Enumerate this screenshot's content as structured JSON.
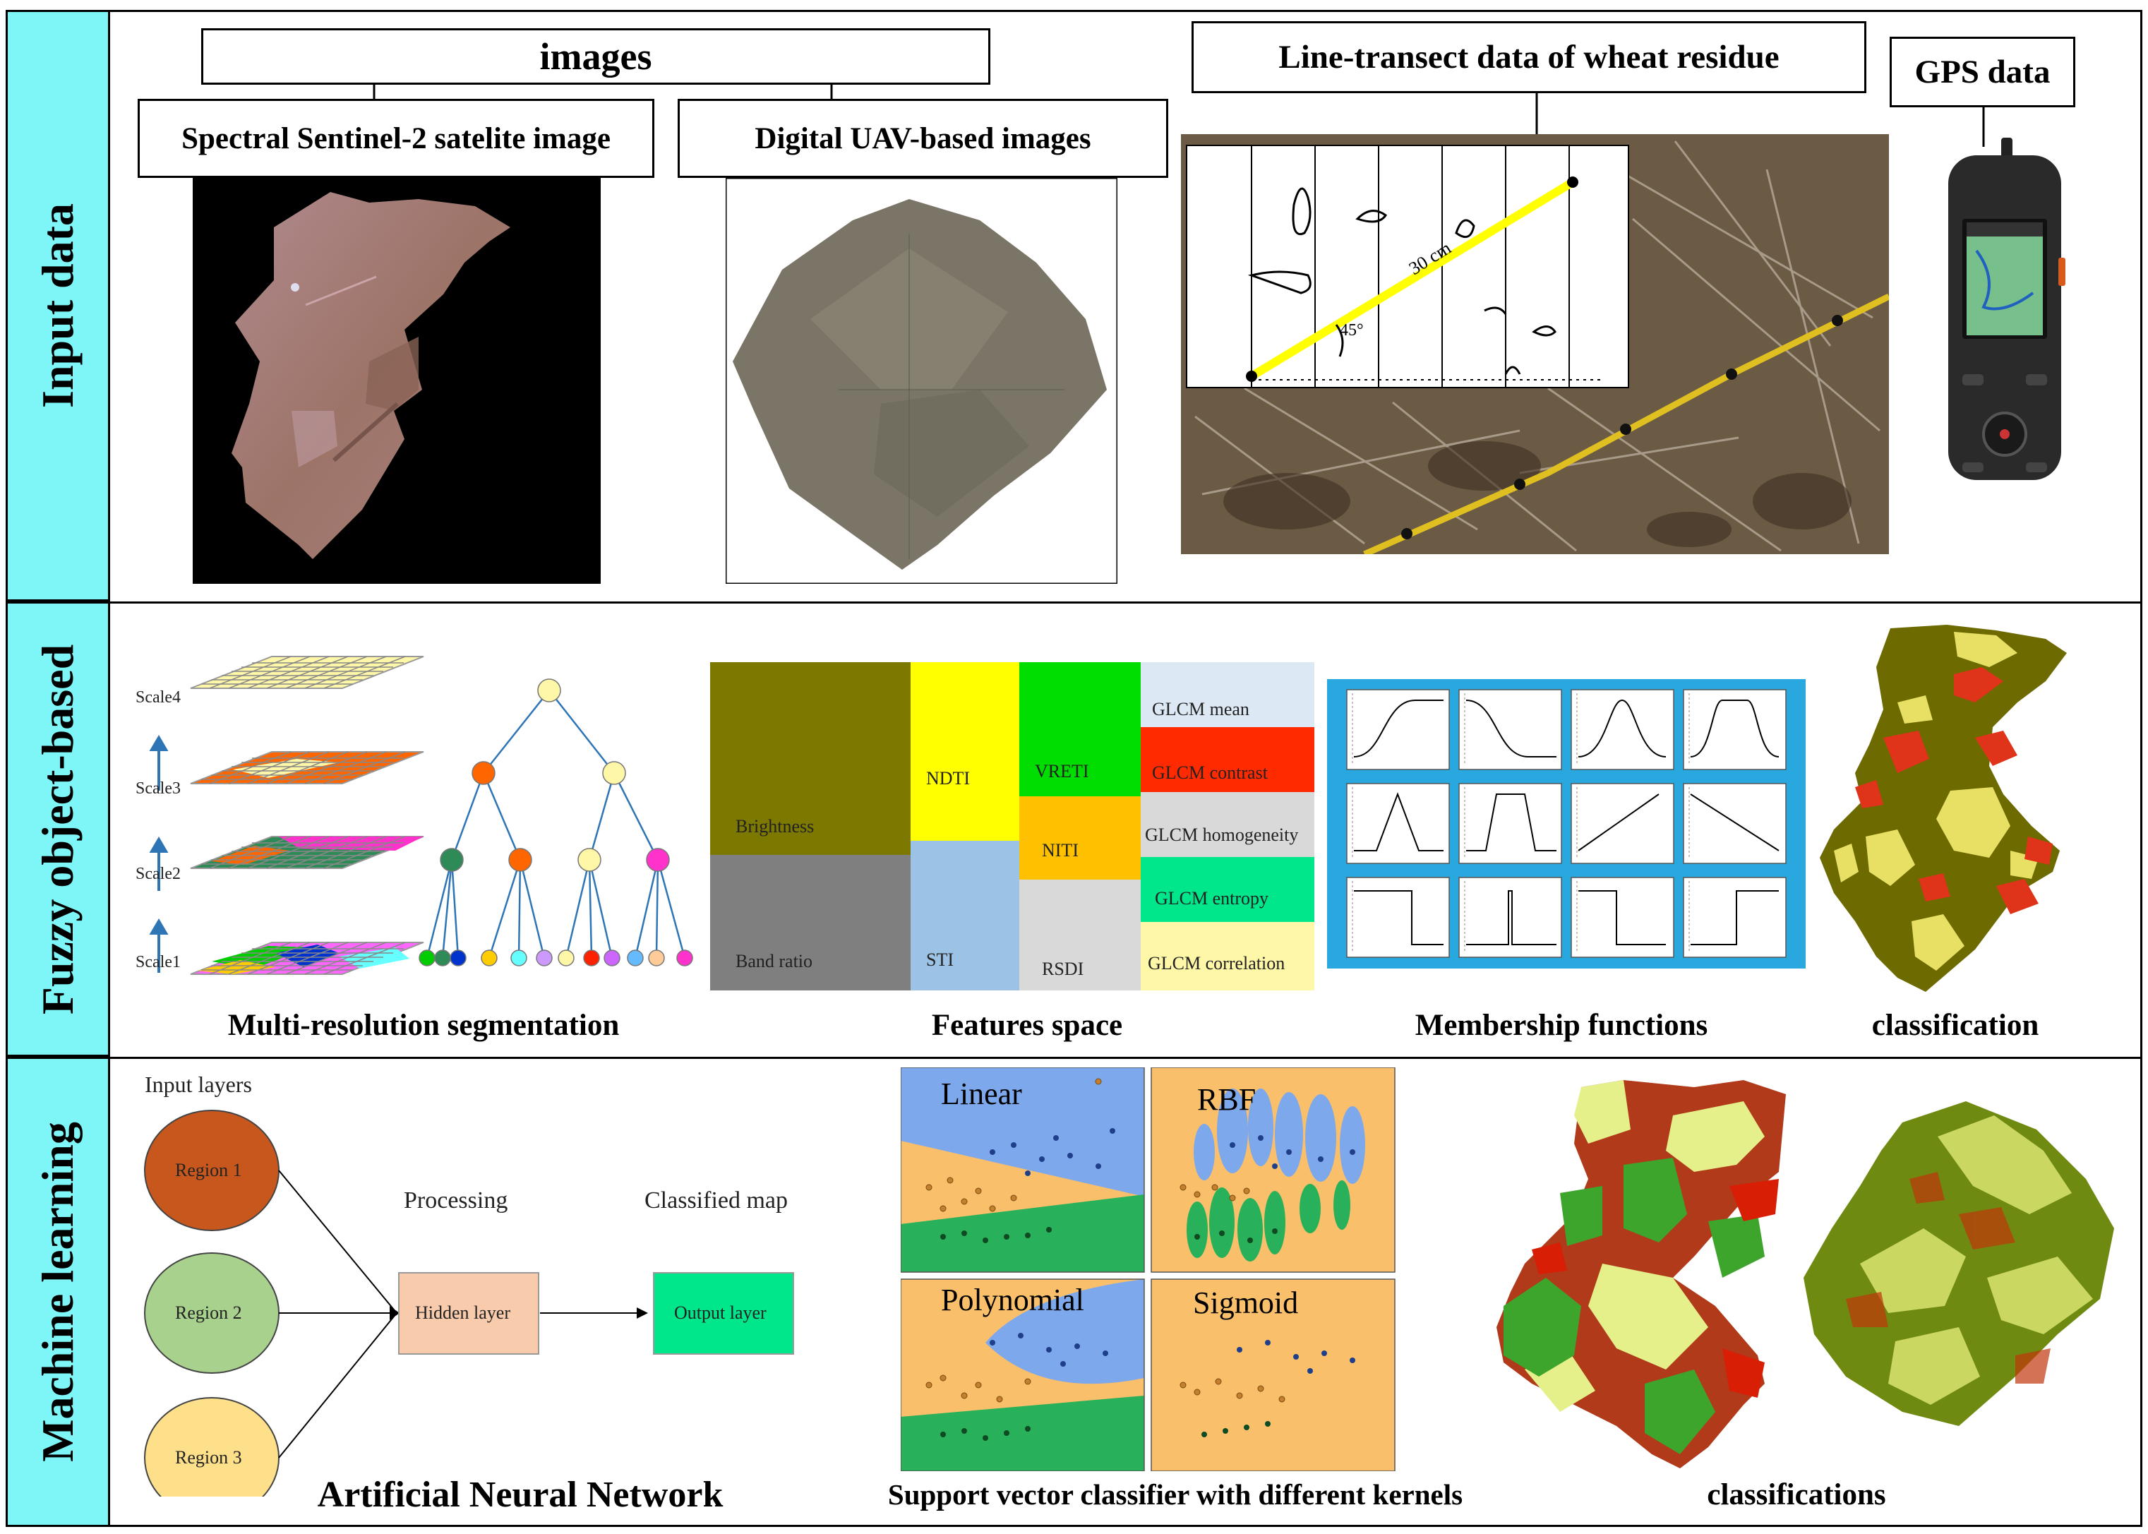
{
  "rows": {
    "input": "Input data",
    "fuzzy": "Fuzzy object-based",
    "ml": "Machine learning"
  },
  "input": {
    "images_header": "images",
    "sentinel_title": "Spectral Sentinel-2 satelite image",
    "uav_title": "Digital UAV-based images",
    "transect_title": "Line-transect data of wheat residue",
    "gps_title": "GPS data",
    "transect_length": "30 cm",
    "transect_angle": "45°"
  },
  "fuzzy": {
    "scales": [
      "Scale4",
      "Scale3",
      "Scale2",
      "Scale1"
    ],
    "segmentation_caption": "Multi-resolution segmentation",
    "features": {
      "brightness": "Brightness",
      "band_ratio": "Band ratio",
      "ndti": "NDTI",
      "sti": "STI",
      "vreti": "VRETI",
      "niti": "NITI",
      "rsdi": "RSDI",
      "glcm_mean": "GLCM mean",
      "glcm_contrast": "GLCM contrast",
      "glcm_homogeneity": "GLCM homogeneity",
      "glcm_entropy": "GLCM entropy",
      "glcm_correlation": "GLCM correlation"
    },
    "features_caption": "Features space",
    "membership_caption": "Membership functions",
    "classification_caption": "classification"
  },
  "ml": {
    "input_layers": "Input layers",
    "regions": [
      "Region 1",
      "Region 2",
      "Region 3"
    ],
    "processing": "Processing",
    "hidden_layer": "Hidden layer",
    "classified_map": "Classified map",
    "output_layer": "Output layer",
    "ann_caption": "Artificial Neural Network",
    "kernels": [
      "Linear",
      "RBF",
      "Polynomial",
      "Sigmoid"
    ],
    "svc_caption": "Support vector classifier with different kernels",
    "classifications_caption": "classifications"
  },
  "colors": {
    "row_label_bg": "#7ef5f7",
    "olive": "#7d7800",
    "yellow": "#ffff00",
    "green": "#00dd00",
    "orange": "#ffc000",
    "red": "#ff2a00",
    "light_blue": "#9cc3e5",
    "mint": "#00e68a",
    "pale_yellow": "#fff7a8",
    "svc_orange": "#f9bf6a",
    "svc_blue": "#7ea8ec",
    "svc_green": "#28b05a"
  }
}
